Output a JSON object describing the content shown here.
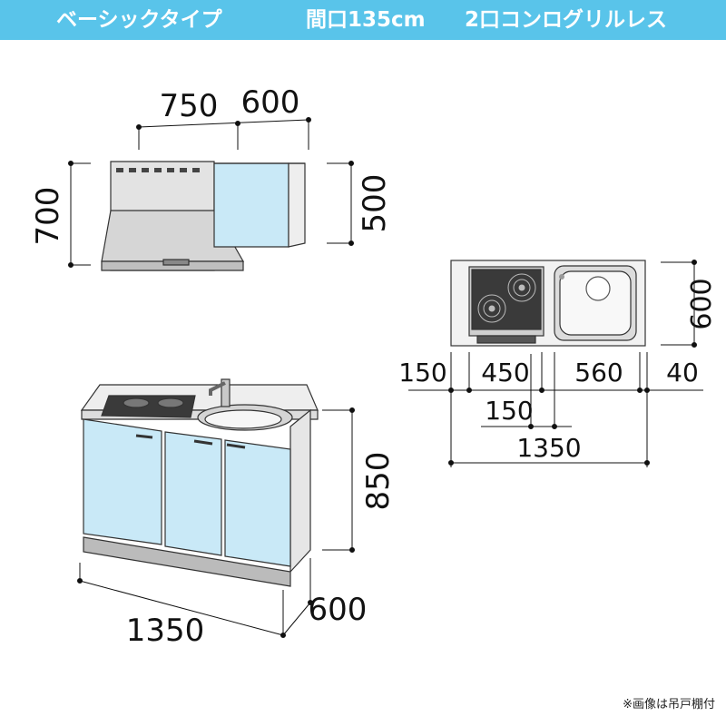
{
  "header": {
    "type_label": "ベーシックタイプ",
    "width_label": "間口135cm",
    "stove_label": "2口コンログリルレス"
  },
  "dimensions": {
    "hood_width": "750",
    "wall_cabinet_width": "600",
    "hood_height": "700",
    "wall_cabinet_height": "500",
    "counter_depth": "600",
    "left_margin": "150",
    "stove_width": "450",
    "sink_width": "560",
    "right_margin": "40",
    "gap": "150",
    "counter_width": "1350",
    "base_height": "850",
    "base_width": "1350",
    "base_depth": "600"
  },
  "colors": {
    "header": "#59c4ea",
    "door": "#c9e9f7",
    "outline": "#333333"
  },
  "footnote": "※画像は吊戸棚付"
}
